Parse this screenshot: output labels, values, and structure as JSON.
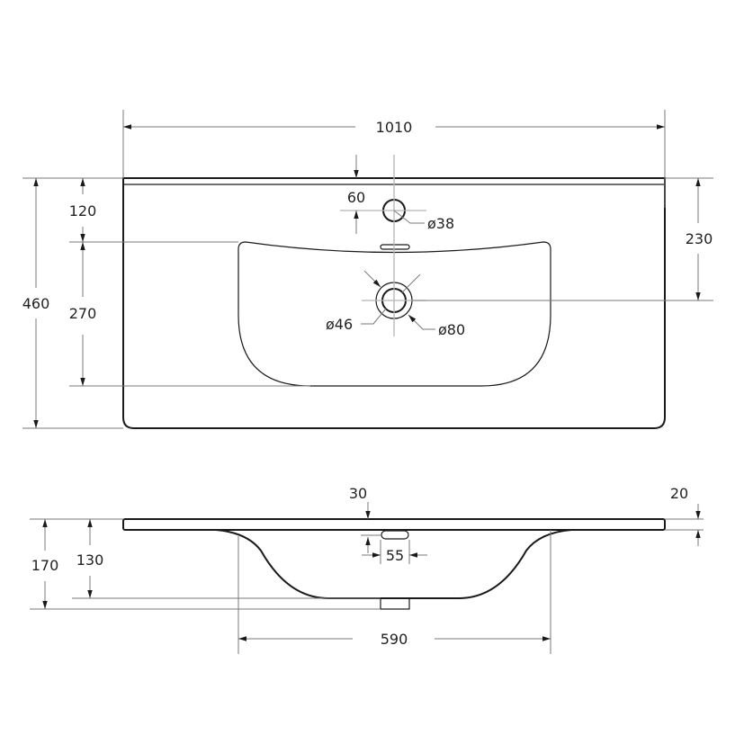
{
  "title": "Washbasin dimension drawing",
  "top_view": {
    "width_total": "1010",
    "depth_total": "460",
    "tap_to_bowl": "120",
    "bowl_depth": "270",
    "edge_to_drain": "230",
    "edge_to_tap": "60",
    "tap_hole_diameter": "ø38",
    "drain_inner_diameter": "ø46",
    "drain_outer_diameter": "ø80"
  },
  "side_view": {
    "rim_offset": "30",
    "slab_thickness": "20",
    "overall_height": "170",
    "bowl_height": "130",
    "overflow_width": "55",
    "bowl_width": "590"
  },
  "colors": {
    "outline": "#1a1a1a",
    "dimension": "#7a7a7a",
    "centerline": "#b5b5b5"
  }
}
